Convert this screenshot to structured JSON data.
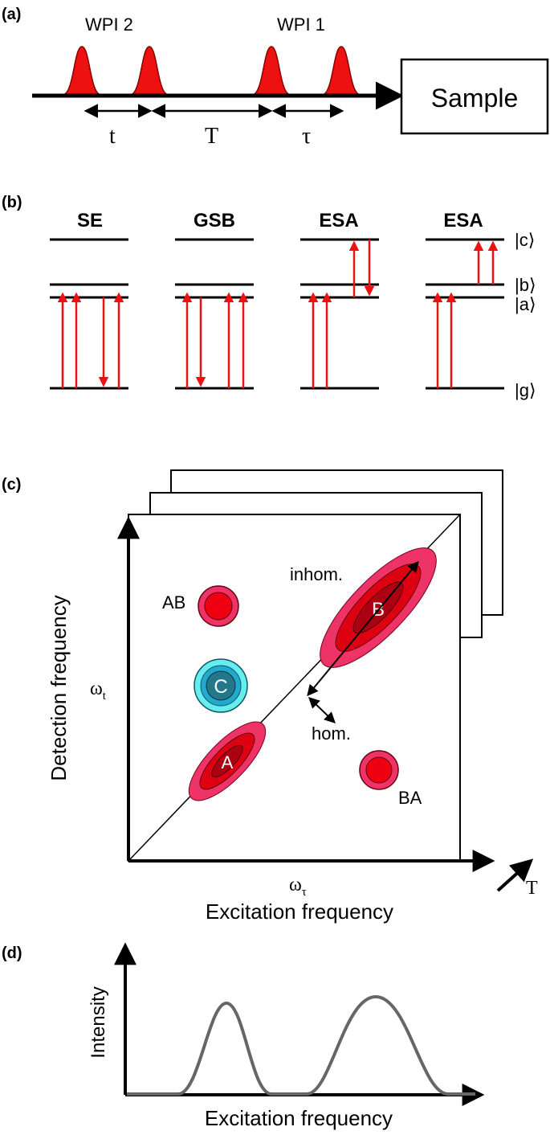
{
  "panel_a": {
    "label": "(a)",
    "wpi2": "WPI 2",
    "wpi1": "WPI 1",
    "sample": "Sample",
    "t": "t",
    "T": "T",
    "tau": "τ"
  },
  "panel_b": {
    "label": "(b)",
    "titles": [
      "SE",
      "GSB",
      "ESA",
      "ESA"
    ],
    "levels": {
      "c": "|c⟩",
      "b": "|b⟩",
      "a": "|a⟩",
      "g": "|g⟩"
    }
  },
  "panel_c": {
    "label": "(c)",
    "peak_A": "A",
    "peak_B": "B",
    "peak_C": "C",
    "peak_AB": "AB",
    "peak_BA": "BA",
    "inhom": "inhom.",
    "hom": "hom.",
    "omega_t": "ωt",
    "omega_tau": "ωτ",
    "ylabel": "Detection frequency",
    "xlabel": "Excitation frequency",
    "T_axis": "T"
  },
  "panel_d": {
    "label": "(d)",
    "ylabel": "Intensity",
    "xlabel": "Excitation frequency"
  },
  "colors": {
    "pulse": "#ee1111",
    "peak_outer": "#ee3366",
    "peak_mid": "#dd0011",
    "peak_inner": "#aa0011",
    "c_outer": "#66eeee",
    "c_inner": "#227788",
    "arrow": "#ee1111",
    "spectrum": "#666666"
  }
}
